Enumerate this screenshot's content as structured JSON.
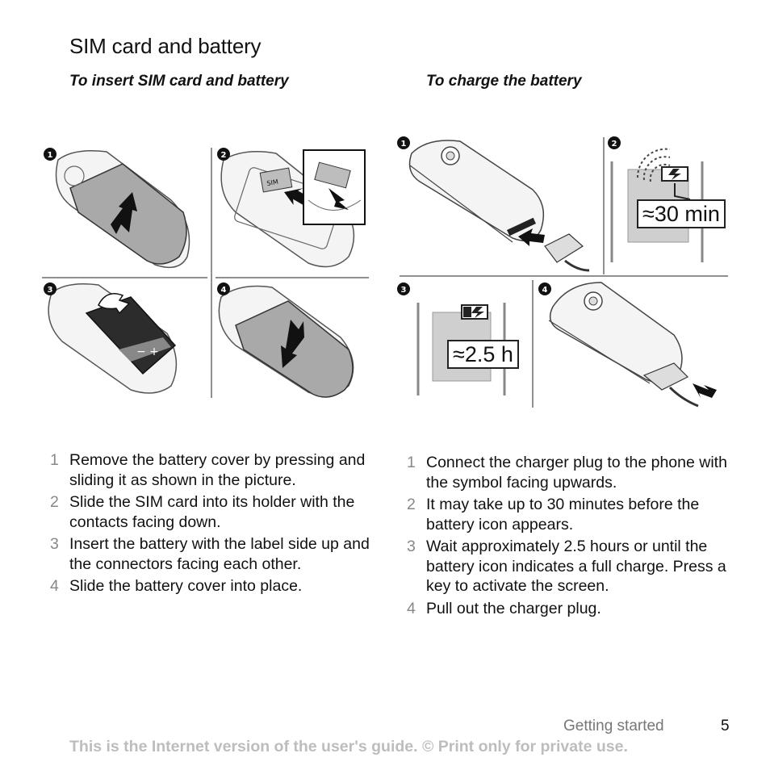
{
  "page": {
    "title": "SIM card and battery",
    "left_subtitle": "To insert SIM card and battery",
    "right_subtitle": "To charge the battery"
  },
  "figures": {
    "left_panels": [
      "1",
      "2",
      "3",
      "4"
    ],
    "right_panels": [
      "1",
      "2",
      "3",
      "4"
    ],
    "sim_label": "SIM",
    "charge_time_1": "≈30 min",
    "charge_time_2": "≈2.5 h"
  },
  "insert_steps": [
    {
      "num": "1",
      "text": "Remove the battery cover by pressing and sliding it as shown in the picture."
    },
    {
      "num": "2",
      "text": "Slide the SIM card into its holder with the contacts facing down."
    },
    {
      "num": "3",
      "text": "Insert the battery with the label side up and the connectors facing each other."
    },
    {
      "num": "4",
      "text": "Slide the battery cover into place."
    }
  ],
  "charge_steps": [
    {
      "num": "1",
      "text": "Connect the charger plug to the phone with the symbol facing upwards."
    },
    {
      "num": "2",
      "text": "It may take up to 30 minutes before the battery icon appears."
    },
    {
      "num": "3",
      "text": "Wait approximately 2.5 hours or until the battery icon indicates a full charge. Press a key to activate the screen."
    },
    {
      "num": "4",
      "text": "Pull out the charger plug."
    }
  ],
  "footer": {
    "section": "Getting started",
    "page_number": "5",
    "note": "This is the Internet version of the user's guide. © Print only for private use."
  }
}
